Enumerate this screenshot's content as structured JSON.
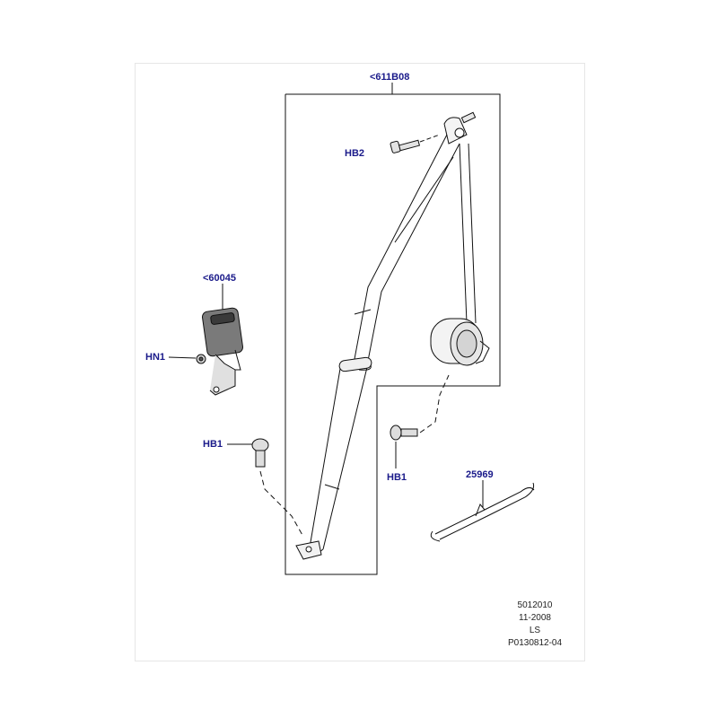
{
  "diagram": {
    "callouts": {
      "assembly_ref": "<611B08",
      "buckle_ref": "<60045",
      "bolt_top": "HB2",
      "nut_buckle": "HN1",
      "bolt_left": "HB1",
      "bolt_right": "HB1",
      "strap_ref": "25969"
    },
    "footer": {
      "line1": "5012010",
      "line2": "11-2008",
      "line3": "LS",
      "line4": "P0130812-04"
    },
    "colors": {
      "callout_text": "#1a1a8a",
      "outline": "#111111",
      "leader": "#111111"
    }
  }
}
